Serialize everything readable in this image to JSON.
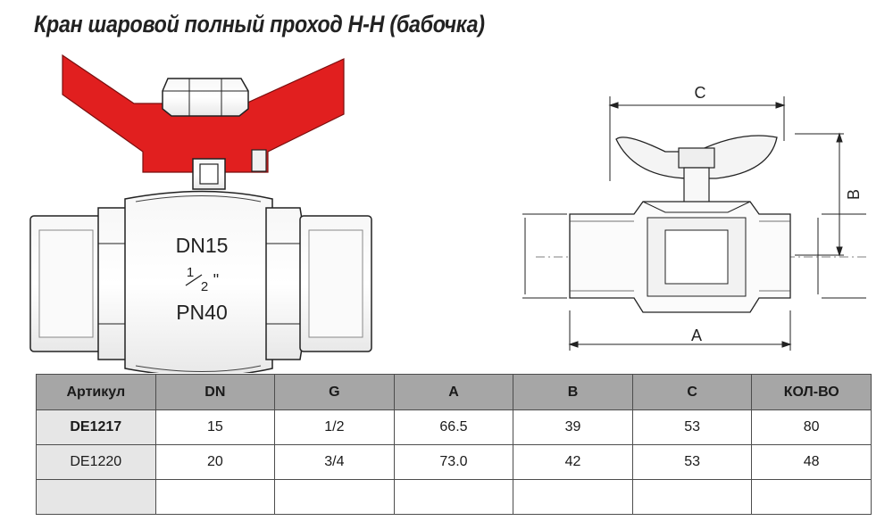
{
  "title": "Кран шаровой полный проход Н-Н (бабочка)",
  "photo": {
    "dn_label": "DN15",
    "size_num": "1",
    "size_den": "2",
    "size_unit": "\"",
    "pn_label": "PN40",
    "handle_color": "#e11f1f"
  },
  "drawing": {
    "label_c": "C",
    "label_b": "B",
    "label_a": "A"
  },
  "table": {
    "headers": [
      "Артикул",
      "DN",
      "G",
      "A",
      "B",
      "C",
      "КОЛ-ВО"
    ],
    "rows": [
      [
        "DE1217",
        "15",
        "1/2",
        "66.5",
        "39",
        "53",
        "80"
      ],
      [
        "DE1220",
        "20",
        "3/4",
        "73.0",
        "42",
        "53",
        "48"
      ],
      [
        "",
        "",
        "",
        "",
        "",
        "",
        ""
      ]
    ]
  }
}
